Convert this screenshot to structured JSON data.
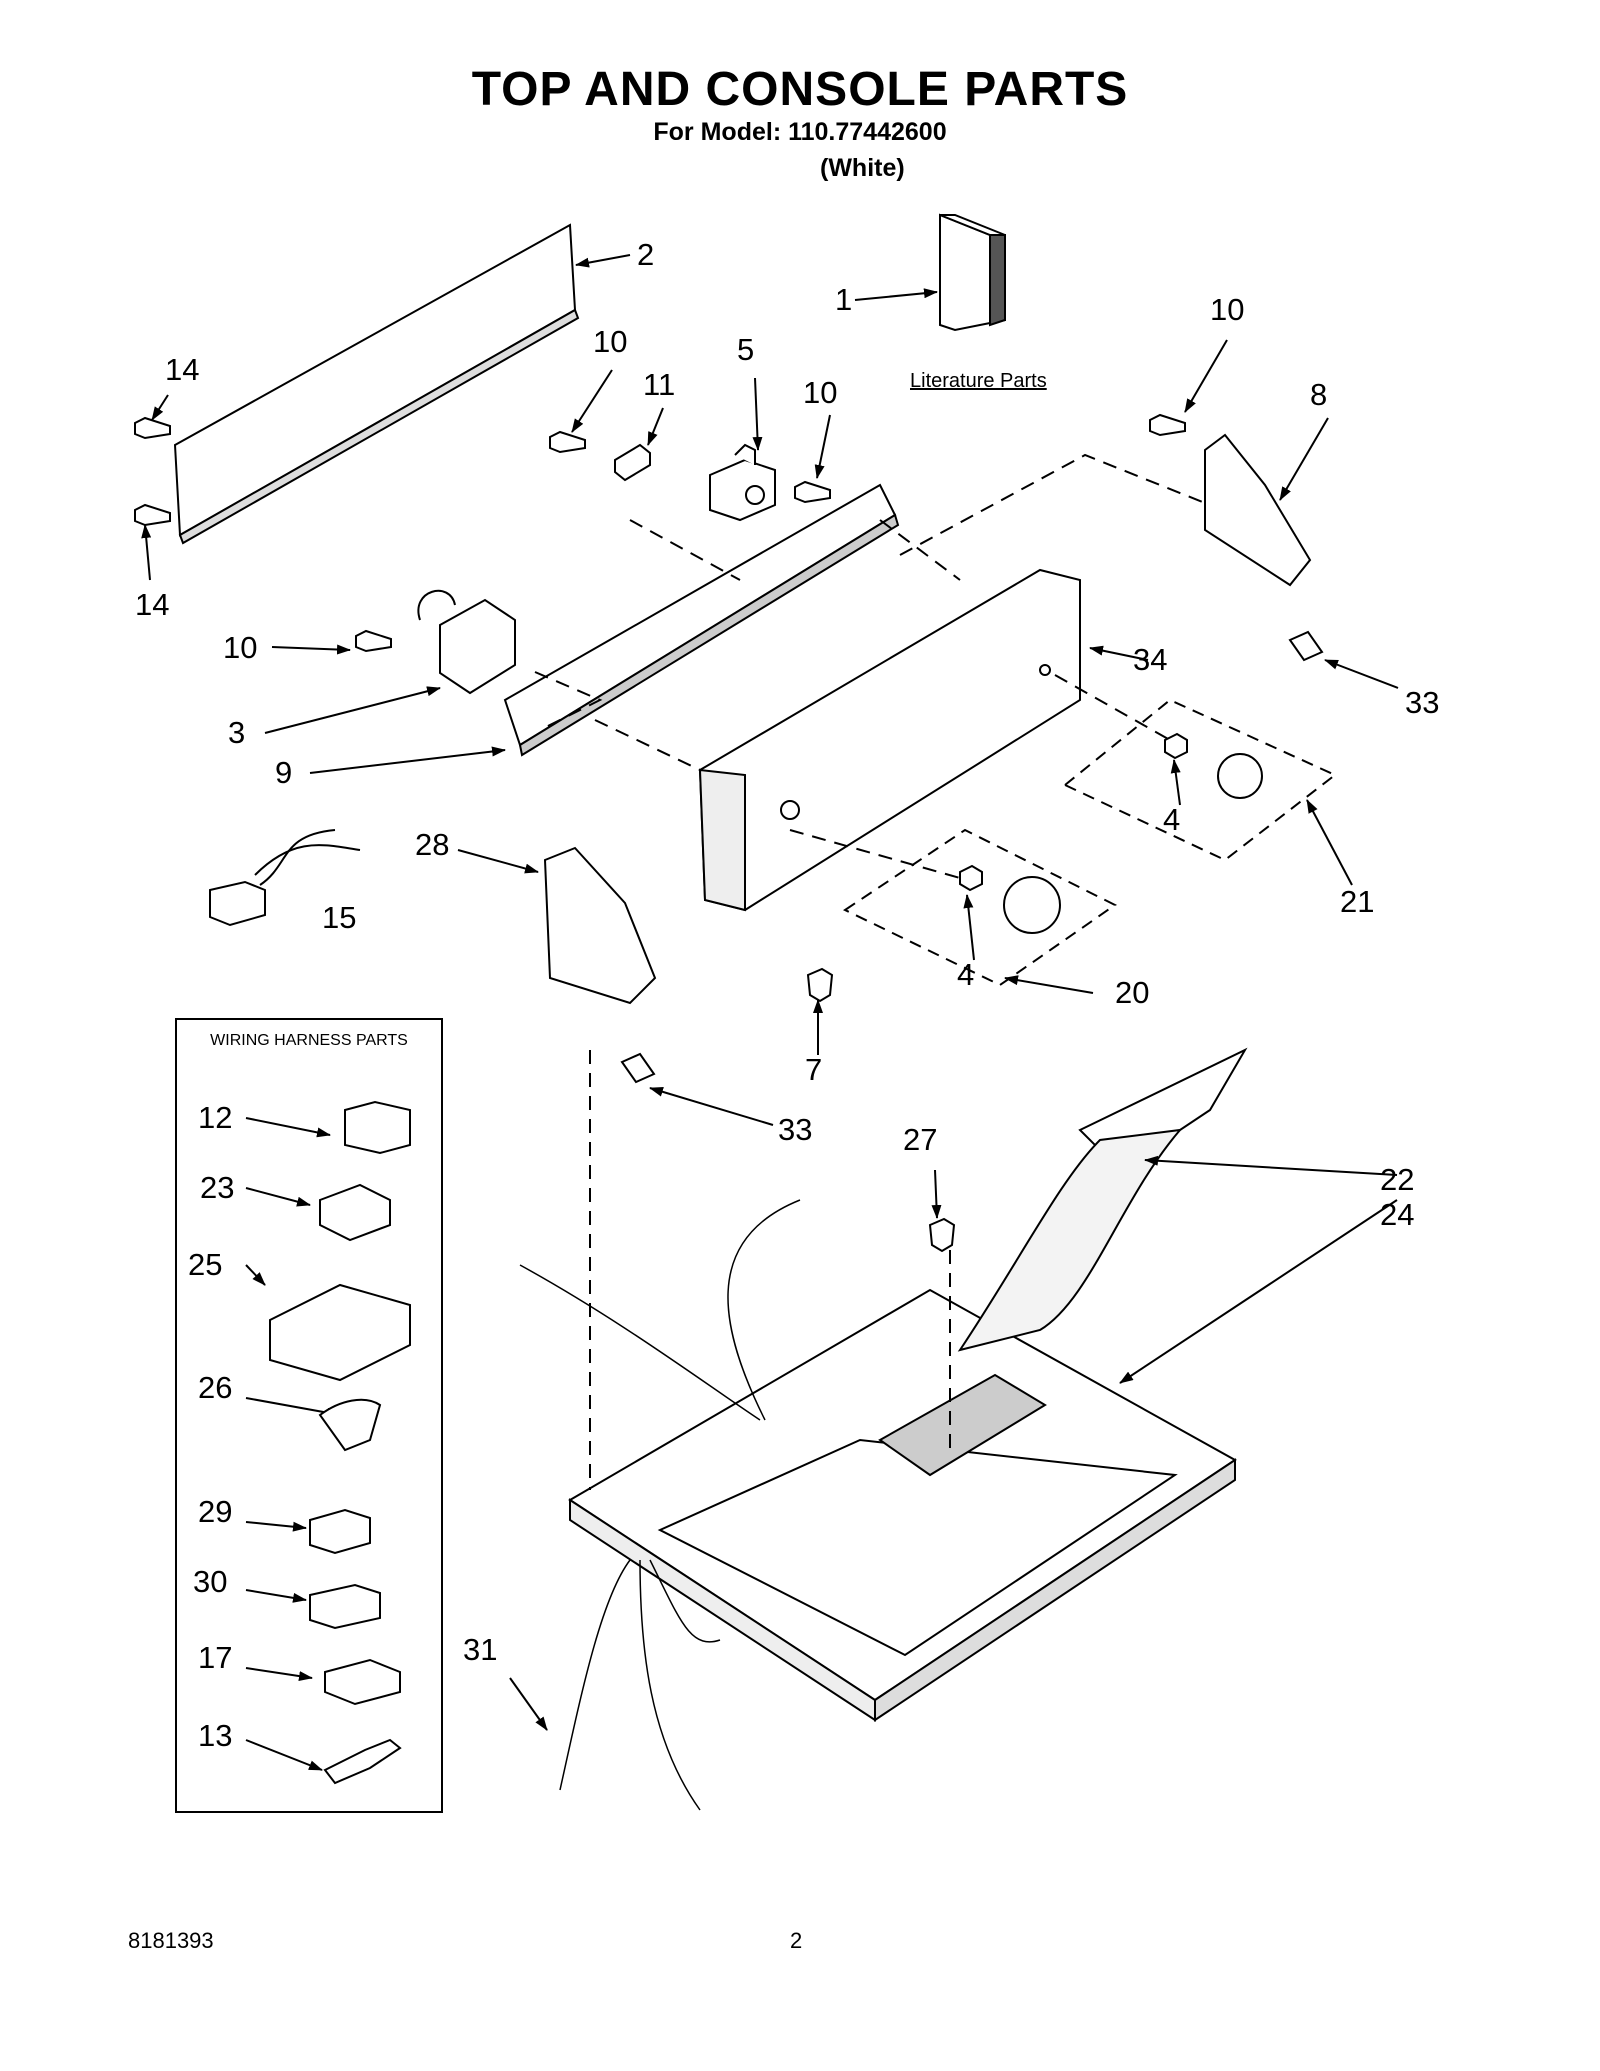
{
  "header": {
    "title": "TOP AND CONSOLE PARTS",
    "model": "For Model: 110.77442600",
    "color": "(White)"
  },
  "literature_label": "Literature Parts",
  "wiring_harness_title": "WIRING HARNESS PARTS",
  "callouts": {
    "c1": "1",
    "c2": "2",
    "c3": "3",
    "c4a": "4",
    "c4b": "4",
    "c5": "5",
    "c7": "7",
    "c8": "8",
    "c9": "9",
    "c10a": "10",
    "c10b": "10",
    "c10c": "10",
    "c10d": "10",
    "c11": "11",
    "c12": "12",
    "c13": "13",
    "c14a": "14",
    "c14b": "14",
    "c15": "15",
    "c17": "17",
    "c20": "20",
    "c21": "21",
    "c22": "22",
    "c23": "23",
    "c24": "24",
    "c25": "25",
    "c26": "26",
    "c27": "27",
    "c28": "28",
    "c29": "29",
    "c30": "30",
    "c31": "31",
    "c33a": "33",
    "c33b": "33",
    "c34": "34"
  },
  "footer": {
    "doc_number": "8181393",
    "page_number": "2"
  },
  "colors": {
    "line": "#000000",
    "part_fill": "#ffffff",
    "shade": "#d9d9d9"
  }
}
